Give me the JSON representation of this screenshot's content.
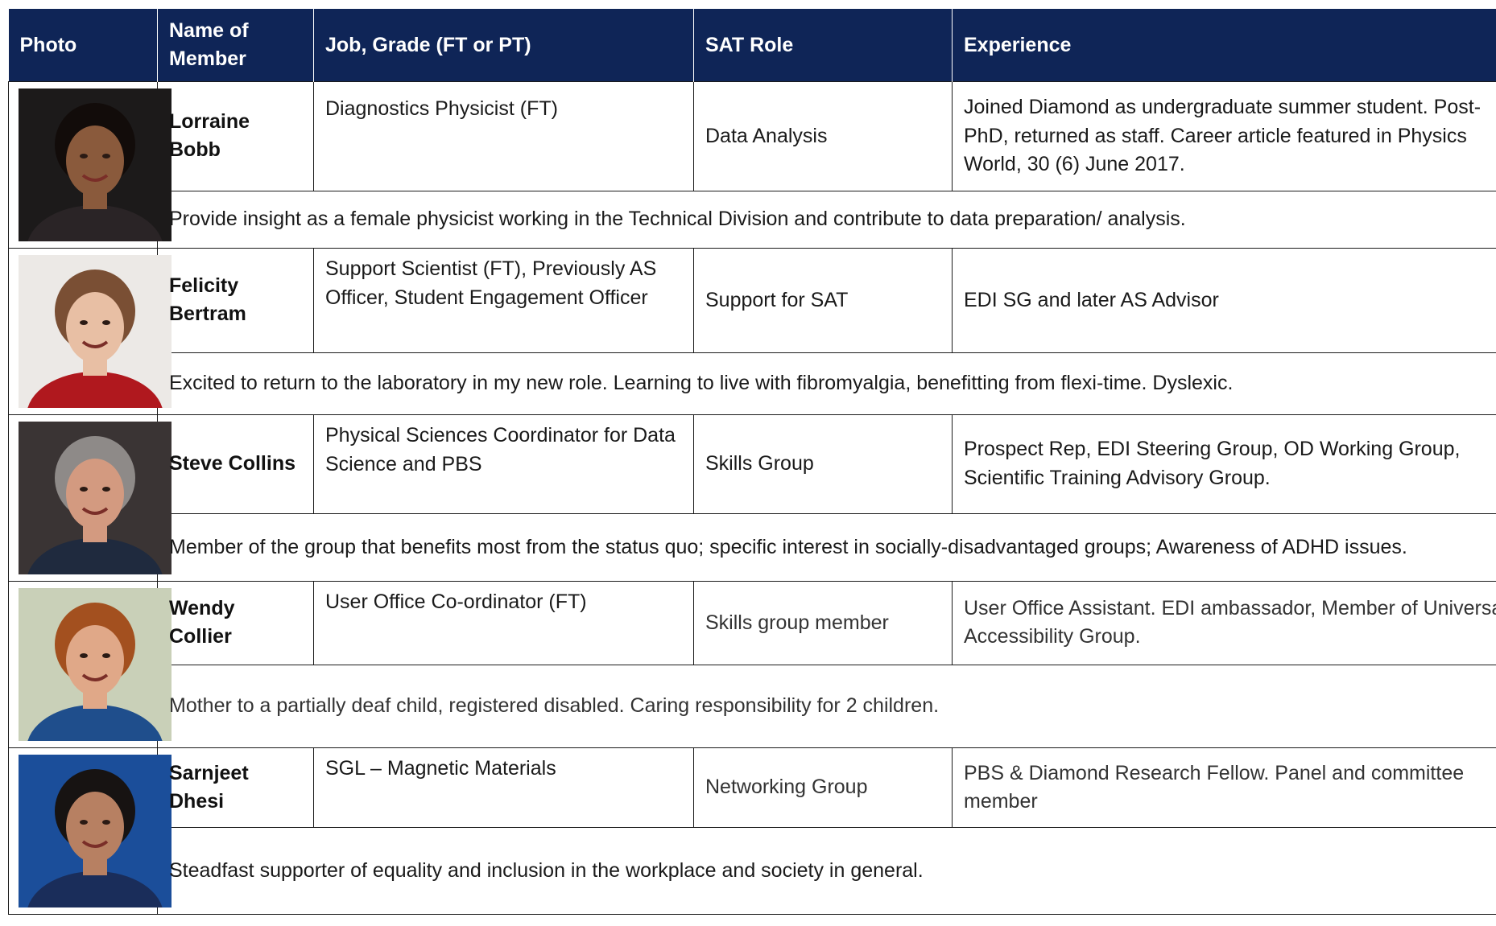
{
  "headers": {
    "photo": "Photo",
    "name": "Name of Member",
    "job": "Job, Grade (FT or PT)",
    "role": "SAT Role",
    "experience": "Experience"
  },
  "members": [
    {
      "name": "Lorraine Bobb",
      "job": "Diagnostics Physicist (FT)",
      "role": "Data Analysis",
      "experience": "Joined Diamond as undergraduate summer student. Post-PhD, returned as staff. Career article featured in Physics World, 30 (6) June 2017.",
      "note": "Provide insight as a female physicist working in the Technical Division and contribute to data preparation/ analysis.",
      "photo_icon": "portrait-photo",
      "colors": {
        "bg": "#1c1a1a",
        "skin": "#8a5a3c",
        "hair": "#120c0a",
        "top": "#2a2426"
      }
    },
    {
      "name": "Felicity Bertram",
      "job": "Support Scientist (FT), Previously AS Officer, Student Engagement Officer",
      "role": "Support for SAT",
      "experience": "EDI SG and later AS Advisor",
      "note": "Excited to return to the laboratory in my new role. Learning to live with fibromyalgia, benefitting from flexi-time. Dyslexic.",
      "photo_icon": "portrait-photo",
      "colors": {
        "bg": "#ece9e6",
        "skin": "#e8bfa4",
        "hair": "#7a4f34",
        "top": "#b0181e"
      }
    },
    {
      "name": "Steve Collins",
      "job": "Physical Sciences Coordinator for Data Science and PBS",
      "role": "Skills Group",
      "experience": "Prospect Rep, EDI Steering Group, OD Working Group, Scientific Training Advisory Group.",
      "note": "Member of the group that benefits most from the status quo; specific interest in socially-disadvantaged groups; Awareness of ADHD issues.",
      "photo_icon": "portrait-photo",
      "colors": {
        "bg": "#3a3434",
        "skin": "#d39a80",
        "hair": "#8e8a88",
        "top": "#1f2a3e"
      }
    },
    {
      "name": "Wendy Collier",
      "job": "User Office Co-ordinator (FT)",
      "role": "Skills group member",
      "experience": "User Office Assistant. EDI ambassador, Member of Universal Accessibility Group.",
      "note": "Mother to a partially deaf child, registered disabled. Caring responsibility for 2 children.",
      "photo_icon": "portrait-photo",
      "colors": {
        "bg": "#c9d0b8",
        "skin": "#e0a888",
        "hair": "#a3501f",
        "top": "#1f4e8c"
      }
    },
    {
      "name": "Sarnjeet Dhesi",
      "job": "SGL – Magnetic Materials",
      "role": "Networking Group",
      "experience": "PBS & Diamond Research Fellow. Panel and committee member",
      "note": "Steadfast supporter of equality and inclusion in the workplace and society in general.",
      "photo_icon": "portrait-photo",
      "colors": {
        "bg": "#1b4e9a",
        "skin": "#b78062",
        "hair": "#171312",
        "top": "#1a2d5a"
      }
    }
  ]
}
